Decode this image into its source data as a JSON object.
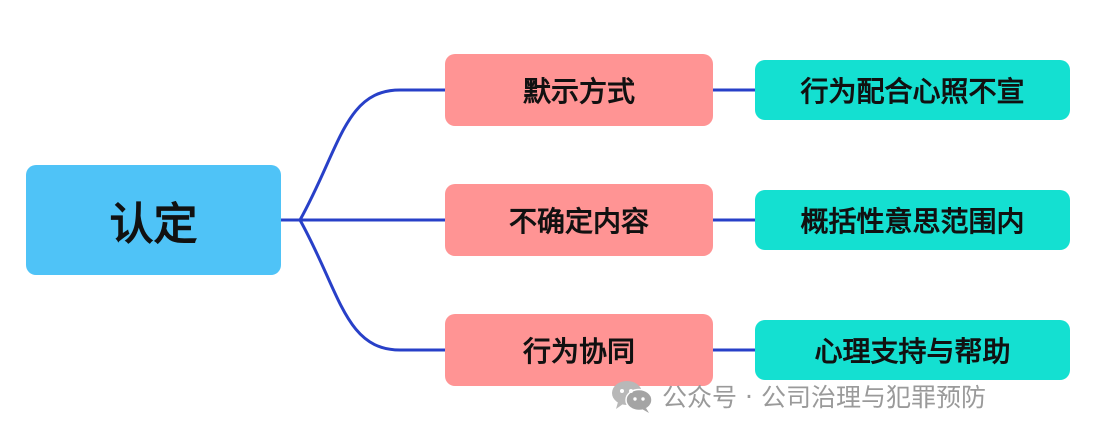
{
  "root": {
    "label": "认定"
  },
  "branches": [
    {
      "label": "默示方式",
      "detail": "行为配合心照不宣"
    },
    {
      "label": "不确定内容",
      "detail": "概括性意思范围内"
    },
    {
      "label": "行为协同",
      "detail": "心理支持与帮助"
    }
  ],
  "colors": {
    "root": "#4fc3f7",
    "branch": "#ff9494",
    "detail": "#14e0d1",
    "connector": "#2840c8"
  },
  "watermark": {
    "icon": "wechat-icon",
    "prefix": "公众号",
    "separator": "·",
    "name": "公司治理与犯罪预防"
  }
}
